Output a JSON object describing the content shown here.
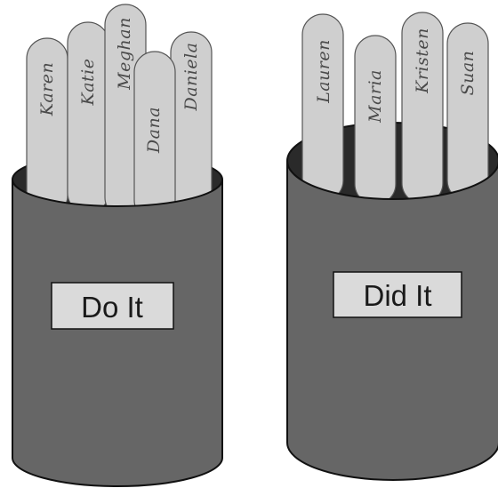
{
  "cups": [
    {
      "label": "Do It",
      "sticks": [
        "Karen",
        "Katie",
        "Meghan",
        "Dana",
        "Daniela"
      ]
    },
    {
      "label": "Did It",
      "sticks": [
        "Lauren",
        "Maria",
        "Kristen",
        "Suan"
      ]
    }
  ],
  "colors": {
    "cup_body": "#666666",
    "cup_rim": "#6b6b6b",
    "cup_inside": "#2a2a2a",
    "cup_edge": "#111111",
    "stick_fill": "#cfcfcf",
    "stick_edge": "#555555",
    "label_fill": "#dadada",
    "background": "#ffffff"
  }
}
